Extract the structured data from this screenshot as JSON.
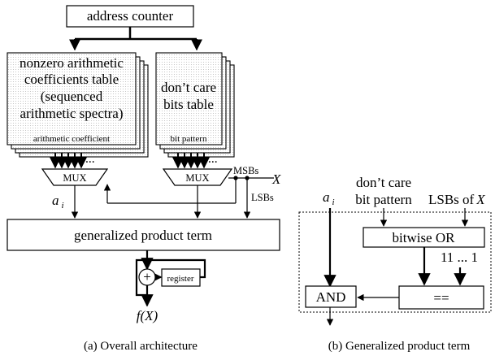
{
  "diagram": {
    "address_counter": "address counter",
    "nonzero_table": {
      "lines": [
        "nonzero arithmetic",
        "coefficients table",
        "(sequenced",
        "arithmetic spectra)"
      ],
      "field": "arithmetic coefficient"
    },
    "dontcare_table": {
      "lines": [
        "don’t care",
        "bits table"
      ],
      "field": "bit pattern"
    },
    "ellipsis": "...",
    "mux_label": "MUX",
    "msbs": "MSBs",
    "lsbs": "LSBs",
    "input_x": "X",
    "coeff_var": "a",
    "coeff_sub": "i",
    "gpt_label": "generalized product term",
    "adder_symbol": "+",
    "register_label": "register",
    "output_label": "f(X)",
    "caption_a": "(a) Overall architecture",
    "gpt_detail": {
      "coeff_var": "a",
      "coeff_sub": "i",
      "dontcare_line1": "don’t care",
      "dontcare_line2": "bit pattern",
      "lsbs_of": "LSBs of",
      "lsbs_var": "X",
      "or_label": "bitwise OR",
      "constant": "11 ... 1",
      "eq_label": "==",
      "and_label": "AND"
    },
    "caption_b": "(b) Generalized product term"
  }
}
